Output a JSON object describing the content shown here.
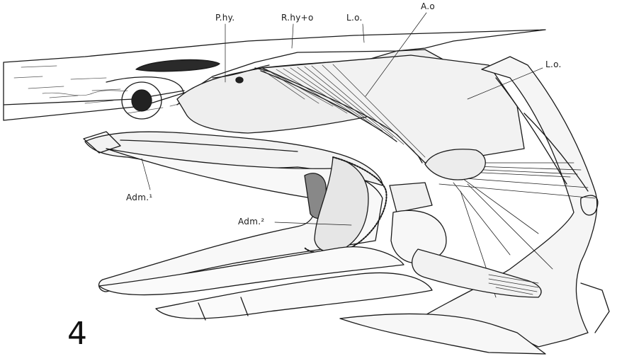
{
  "figure": {
    "number": "4",
    "labels": {
      "p_hy": "P.hy.",
      "r_hy_o": "R.hy+o",
      "l_o_top": "L.o.",
      "a_o": "A.o",
      "l_o_right": "L.o.",
      "adm1": "Adm.¹",
      "adm2": "Adm.²"
    }
  },
  "colors": {
    "ink": "#1a1a1a",
    "shade": "#bdbdbd",
    "dark": "#2a2a2a"
  }
}
